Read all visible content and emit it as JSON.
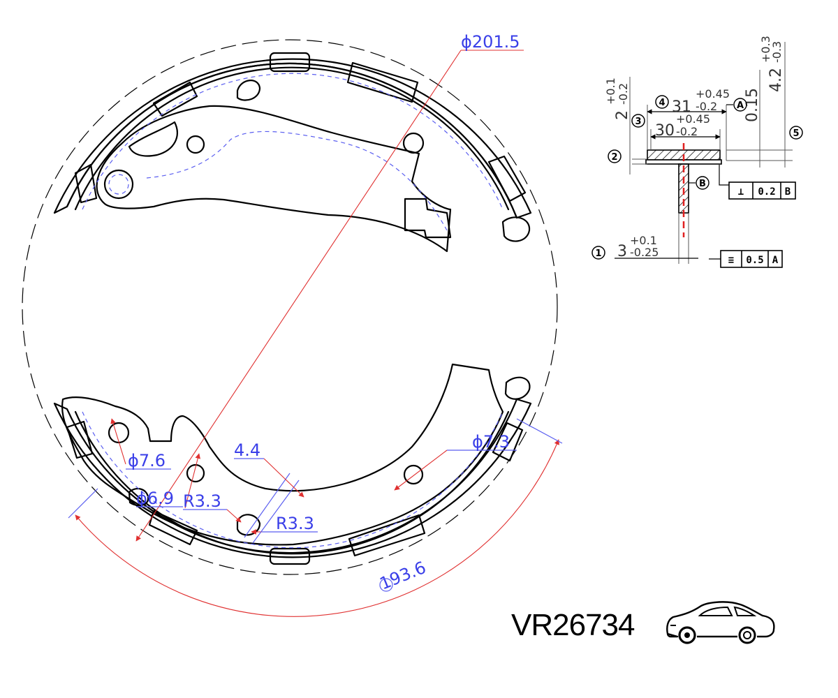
{
  "part_number": "VR26734",
  "vehicle_icon": "car-sedan-icon",
  "colors": {
    "dimension_blue": "#3a3fe8",
    "leader_red": "#e03030",
    "outline": "#000000"
  },
  "main_dimensions": {
    "diameter_outer": "ϕ201.5",
    "arc_span": "193.6",
    "hole_left": "ϕ7.6",
    "hole_lower": "ϕ6.9",
    "hole_right": "ϕ7.3",
    "radius_1": "R3.3",
    "radius_2": "R3.3",
    "slot_width": "4.4"
  },
  "section_view": {
    "callouts": [
      "①",
      "②",
      "③",
      "④",
      "⑤"
    ],
    "dim_31": {
      "base": "31",
      "upper": "+0.45",
      "lower": "-0.2"
    },
    "dim_30": {
      "base": "30",
      "upper": "+0.45",
      "lower": "-0.2"
    },
    "dim_2": {
      "base": "2",
      "upper": "+0.1",
      "lower": "-0.2"
    },
    "dim_015": "0.15",
    "dim_42": {
      "base": "4.2",
      "upper": "+0.3",
      "lower": "-0.3"
    },
    "dim_3": {
      "base": "3",
      "upper": "+0.1",
      "lower": "-0.25"
    },
    "datum_a": "A",
    "datum_b": "B",
    "perpendicularity": {
      "symbol": "⊥",
      "value": "0.2",
      "datum": "B"
    },
    "symmetry": {
      "symbol": "≡",
      "value": "0.5",
      "datum": "A"
    }
  }
}
